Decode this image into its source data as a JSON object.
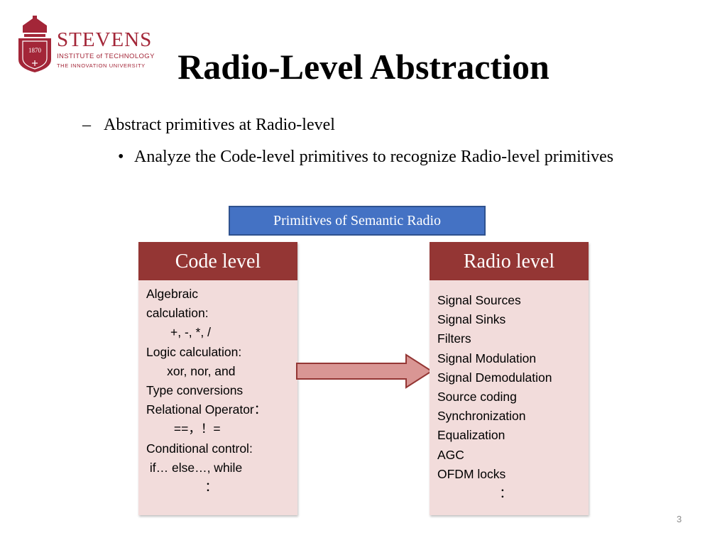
{
  "logo": {
    "name": "STEVENS",
    "subtitle": "INSTITUTE of TECHNOLOGY",
    "tagline": "THE INNOVATION UNIVERSITY",
    "seal_year": "1870",
    "brand_color": "#a32638"
  },
  "slide": {
    "title": "Radio-Level Abstraction",
    "bullet_level1": {
      "marker": "–",
      "text": "Abstract primitives at Radio-level"
    },
    "bullet_level2": {
      "marker": "•",
      "text": "Analyze the Code-level primitives to recognize Radio-level primitives"
    },
    "page_number": "3"
  },
  "diagram": {
    "header_label": "Primitives of Semantic Radio",
    "header_color": "#4472c4",
    "left_column": {
      "title": "Code level",
      "items": [
        "Algebraic",
        "calculation:",
        "       +, -, *, /",
        "Logic calculation:",
        "      xor, nor, and",
        "Type conversions",
        "Relational Operator：",
        "        ==，！=",
        "Conditional control:",
        " if… else…, while",
        "                 ："
      ]
    },
    "right_column": {
      "title": "Radio level",
      "items": [
        "Signal Sources",
        "Signal Sinks",
        "Filters",
        "Signal Modulation",
        "Signal Demodulation",
        "Source coding",
        "Synchronization",
        "Equalization",
        "AGC",
        "OFDM locks",
        "                  ："
      ]
    },
    "column_header_color": "#943634",
    "column_body_color": "#f2dcdb",
    "arrow_color": "#d99694"
  }
}
